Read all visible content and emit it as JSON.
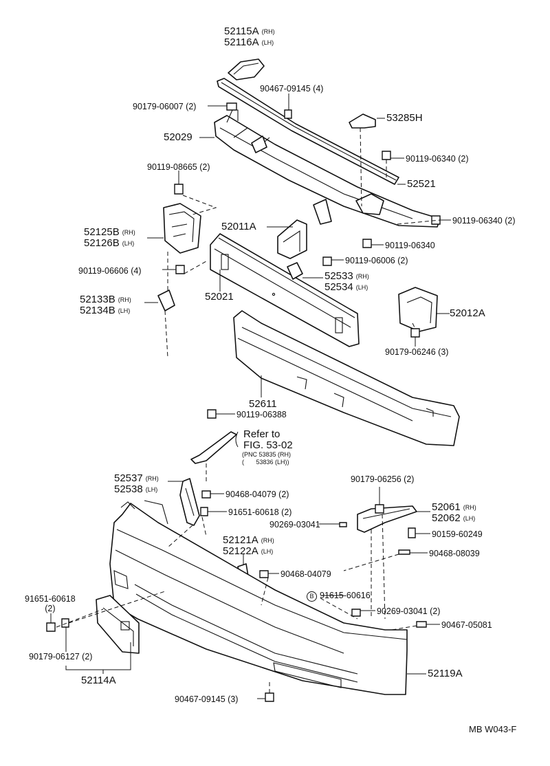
{
  "diagram": {
    "drawing_code": "MB  W043-F",
    "parts": [
      {
        "id": "p52115A",
        "lines": [
          {
            "num": "52115A",
            "side": "(RH)"
          },
          {
            "num": "52116A",
            "side": "(LH)"
          }
        ]
      },
      {
        "id": "p90467_09145_top",
        "lines": [
          {
            "num": "90467-09145",
            "side": "(4)"
          }
        ]
      },
      {
        "id": "p90179_06007",
        "lines": [
          {
            "num": "90179-06007",
            "side": "(2)"
          }
        ]
      },
      {
        "id": "p53285H",
        "lines": [
          {
            "num": "53285H",
            "side": ""
          }
        ]
      },
      {
        "id": "p52029",
        "lines": [
          {
            "num": "52029",
            "side": ""
          }
        ]
      },
      {
        "id": "p90119_06340_a",
        "lines": [
          {
            "num": "90119-06340",
            "side": "(2)"
          }
        ]
      },
      {
        "id": "p90119_08665",
        "lines": [
          {
            "num": "90119-08665",
            "side": "(2)"
          }
        ]
      },
      {
        "id": "p52521",
        "lines": [
          {
            "num": "52521",
            "side": ""
          }
        ]
      },
      {
        "id": "p90119_06340_b",
        "lines": [
          {
            "num": "90119-06340",
            "side": "(2)"
          }
        ]
      },
      {
        "id": "p52125B",
        "lines": [
          {
            "num": "52125B",
            "side": "(RH)"
          },
          {
            "num": "52126B",
            "side": "(LH)"
          }
        ]
      },
      {
        "id": "p52011A",
        "lines": [
          {
            "num": "52011A",
            "side": ""
          }
        ]
      },
      {
        "id": "p90119_06340_c",
        "lines": [
          {
            "num": "90119-06340",
            "side": ""
          }
        ]
      },
      {
        "id": "p90119_06006",
        "lines": [
          {
            "num": "90119-06006",
            "side": "(2)"
          }
        ]
      },
      {
        "id": "p90119_06606",
        "lines": [
          {
            "num": "90119-06606",
            "side": "(4)"
          }
        ]
      },
      {
        "id": "p52533",
        "lines": [
          {
            "num": "52533",
            "side": "(RH)"
          },
          {
            "num": "52534",
            "side": "(LH)"
          }
        ]
      },
      {
        "id": "p52021",
        "lines": [
          {
            "num": "52021",
            "side": ""
          }
        ]
      },
      {
        "id": "p52133B",
        "lines": [
          {
            "num": "52133B",
            "side": "(RH)"
          },
          {
            "num": "52134B",
            "side": "(LH)"
          }
        ]
      },
      {
        "id": "p52012A",
        "lines": [
          {
            "num": "52012A",
            "side": ""
          }
        ]
      },
      {
        "id": "p90179_06246",
        "lines": [
          {
            "num": "90179-06246",
            "side": "(3)"
          }
        ]
      },
      {
        "id": "p52611",
        "lines": [
          {
            "num": "52611",
            "side": ""
          }
        ]
      },
      {
        "id": "p90119_06388",
        "lines": [
          {
            "num": "90119-06388",
            "side": ""
          }
        ]
      },
      {
        "id": "p52537",
        "lines": [
          {
            "num": "52537",
            "side": "(RH)"
          },
          {
            "num": "52538",
            "side": "(LH)"
          }
        ]
      },
      {
        "id": "p90468_04079_a",
        "lines": [
          {
            "num": "90468-04079",
            "side": "(2)"
          }
        ]
      },
      {
        "id": "p90179_06256",
        "lines": [
          {
            "num": "90179-06256",
            "side": "(2)"
          }
        ]
      },
      {
        "id": "p91651_60618_a",
        "lines": [
          {
            "num": "91651-60618",
            "side": "(2)"
          }
        ]
      },
      {
        "id": "p52061",
        "lines": [
          {
            "num": "52061",
            "side": "(RH)"
          },
          {
            "num": "52062",
            "side": "(LH)"
          }
        ]
      },
      {
        "id": "p90269_03041_a",
        "lines": [
          {
            "num": "90269-03041",
            "side": ""
          }
        ]
      },
      {
        "id": "p90159_60249",
        "lines": [
          {
            "num": "90159-60249",
            "side": ""
          }
        ]
      },
      {
        "id": "p52121A",
        "lines": [
          {
            "num": "52121A",
            "side": "(RH)"
          },
          {
            "num": "52122A",
            "side": "(LH)"
          }
        ]
      },
      {
        "id": "p90468_08039",
        "lines": [
          {
            "num": "90468-08039",
            "side": ""
          }
        ]
      },
      {
        "id": "p90468_04079_b",
        "lines": [
          {
            "num": "90468-04079",
            "side": ""
          }
        ]
      },
      {
        "id": "p91651_60618_b",
        "lines": [
          {
            "num": "91651-60618",
            "side": ""
          },
          {
            "num": "(2)",
            "side": ""
          }
        ]
      },
      {
        "id": "p91615_60616",
        "lines": [
          {
            "num": "91615-60616",
            "side": ""
          }
        ]
      },
      {
        "id": "p90269_03041_b",
        "lines": [
          {
            "num": "90269-03041",
            "side": "(2)"
          }
        ]
      },
      {
        "id": "p90467_05081",
        "lines": [
          {
            "num": "90467-05081",
            "side": ""
          }
        ]
      },
      {
        "id": "p90179_06127",
        "lines": [
          {
            "num": "90179-06127",
            "side": "(2)"
          }
        ]
      },
      {
        "id": "p52119A",
        "lines": [
          {
            "num": "52119A",
            "side": ""
          }
        ]
      },
      {
        "id": "p52114A",
        "lines": [
          {
            "num": "52114A",
            "side": ""
          }
        ]
      },
      {
        "id": "p90467_09145_bottom",
        "lines": [
          {
            "num": "90467-09145",
            "side": "(3)"
          }
        ]
      }
    ],
    "refer": {
      "line1": "Refer to",
      "line2": "FIG. 53-02",
      "pnc_prefix": "(PNC",
      "pnc_rh": "53835 (RH)",
      "pnc_lh": "53836 (LH))",
      "paren": "("
    },
    "circle_marker": "B"
  }
}
